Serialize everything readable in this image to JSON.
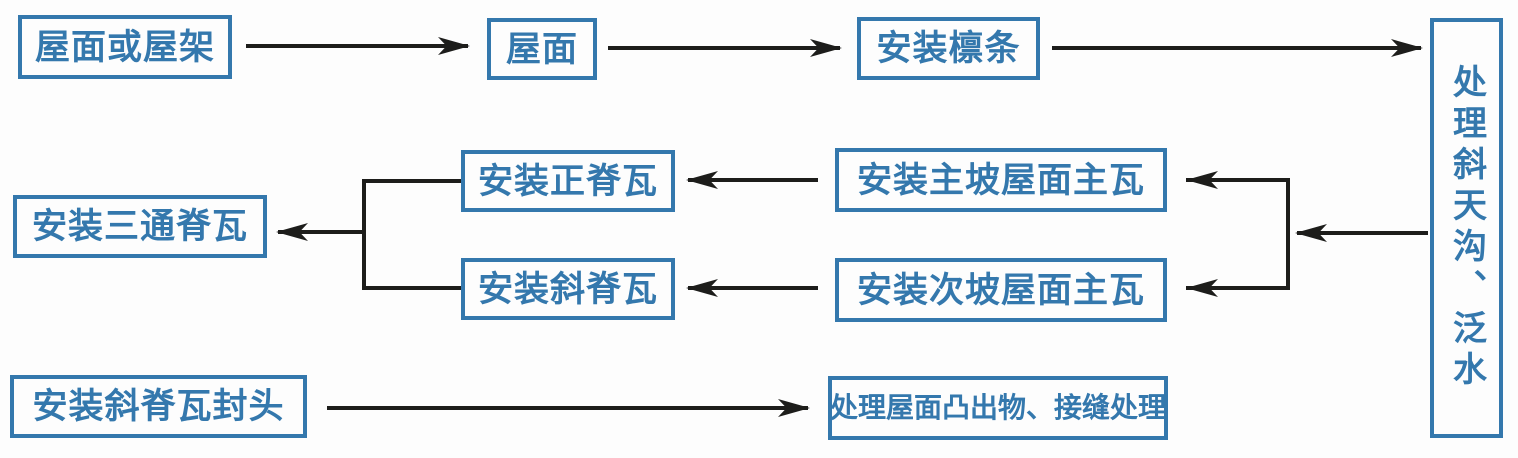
{
  "diagram": {
    "title": "roof-tile-installation-flowchart",
    "colors": {
      "box_blue": "#3478ad",
      "arrow_black": "#1d1d1b",
      "background": "#fdfdfd"
    },
    "nodes": {
      "roof_or_truss": {
        "label": "屋面或屋架"
      },
      "roof": {
        "label": "屋面"
      },
      "install_purlins": {
        "label": "安装檩条"
      },
      "handle_valley_flashing": {
        "label": "处理斜天沟、泛水"
      },
      "install_main_ridge_tile": {
        "label": "安装正脊瓦"
      },
      "install_main_slope_tiles": {
        "label": "安装主坡屋面主瓦"
      },
      "install_hip_ridge_tile": {
        "label": "安装斜脊瓦"
      },
      "install_secondary_slope_tiles": {
        "label": "安装次坡屋面主瓦"
      },
      "install_threeway_ridge_tile": {
        "label": "安装三通脊瓦"
      },
      "install_hip_ridge_end_caps": {
        "label": "安装斜脊瓦封头"
      },
      "handle_roof_protrusions_joints": {
        "label": "处理屋面凸出物、接缝处理"
      }
    },
    "edges": [
      {
        "from": "roof_or_truss",
        "to": "roof"
      },
      {
        "from": "roof",
        "to": "install_purlins"
      },
      {
        "from": "install_purlins",
        "to": "handle_valley_flashing"
      },
      {
        "from": "handle_valley_flashing",
        "to": "install_main_slope_tiles"
      },
      {
        "from": "handle_valley_flashing",
        "to": "install_secondary_slope_tiles"
      },
      {
        "from": "install_main_slope_tiles",
        "to": "install_main_ridge_tile"
      },
      {
        "from": "install_secondary_slope_tiles",
        "to": "install_hip_ridge_tile"
      },
      {
        "from": "install_main_ridge_tile",
        "to": "install_threeway_ridge_tile"
      },
      {
        "from": "install_hip_ridge_tile",
        "to": "install_threeway_ridge_tile"
      },
      {
        "from": "install_hip_ridge_end_caps",
        "to": "handle_roof_protrusions_joints"
      }
    ]
  }
}
